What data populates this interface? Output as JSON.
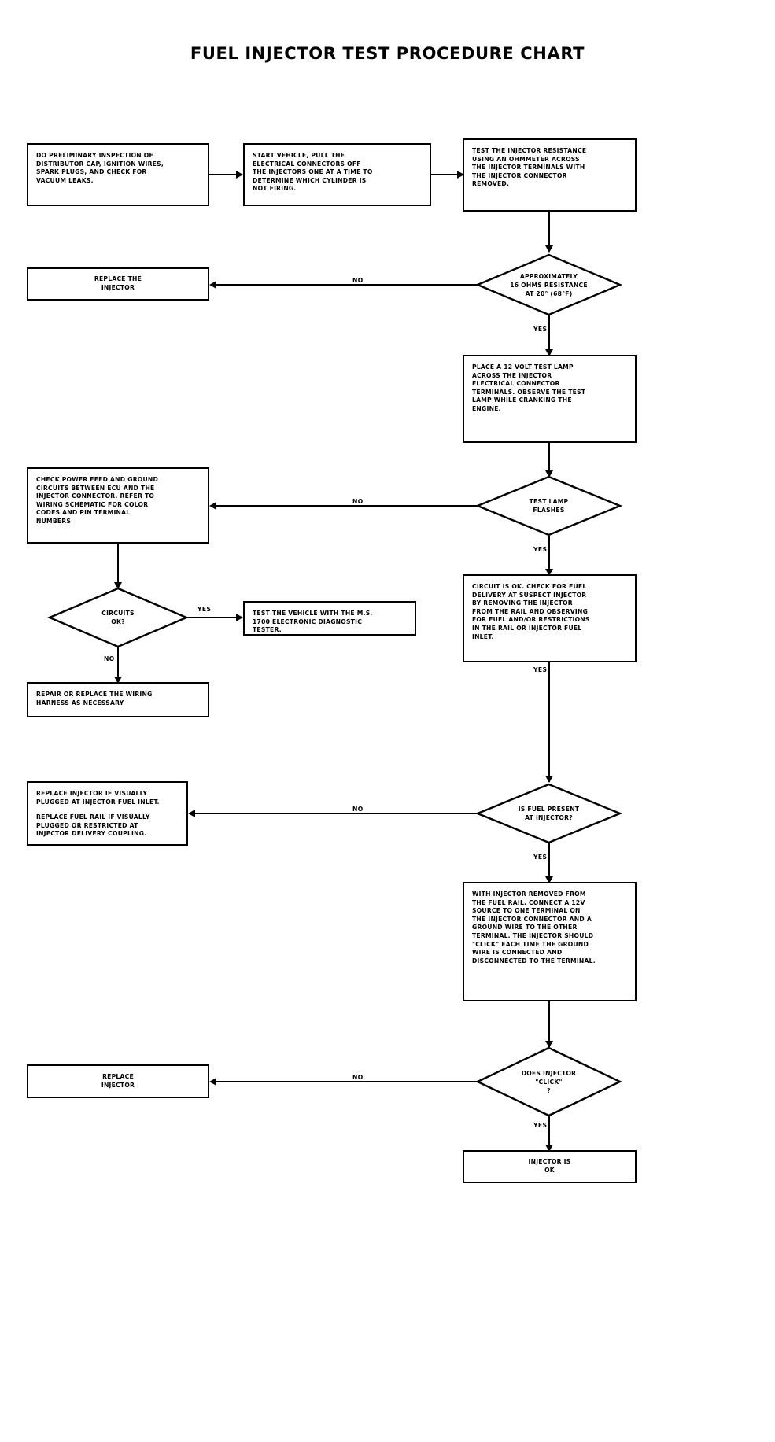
{
  "title": "FUEL INJECTOR TEST PROCEDURE CHART",
  "labels": {
    "yes": "YES",
    "no": "NO"
  },
  "colors": {
    "ink": "#000000",
    "paper": "#ffffff"
  },
  "chart_data": {
    "type": "diagram",
    "diagram_type": "flowchart",
    "title": "FUEL INJECTOR TEST PROCEDURE CHART",
    "orientation": "top-down with left branches",
    "nodes": [
      {
        "id": "n1",
        "shape": "process",
        "text": "DO PRELIMINARY INSPECTION OF DISTRIBUTOR CAP, IGNITION WIRES, SPARK PLUGS, AND CHECK FOR VACUUM LEAKS."
      },
      {
        "id": "n2",
        "shape": "process",
        "text": "START VEHICLE, PULL THE ELECTRICAL CONNECTORS OFF THE INJECTORS ONE AT A TIME TO DETERMINE WHICH CYLINDER IS NOT FIRING."
      },
      {
        "id": "n3",
        "shape": "process",
        "text": "TEST THE INJECTOR RESISTANCE USING AN OHMMETER ACROSS THE INJECTOR TERMINALS WITH THE INJECTOR CONNECTOR REMOVED."
      },
      {
        "id": "d1",
        "shape": "decision",
        "text": "APPROXIMATELY 16 OHMS RESISTANCE AT 20° (68°F)"
      },
      {
        "id": "n4",
        "shape": "process",
        "text": "REPLACE THE INJECTOR"
      },
      {
        "id": "n5",
        "shape": "process",
        "text": "PLACE A 12 VOLT TEST LAMP ACROSS THE INJECTOR ELECTRICAL CONNECTOR TERMINALS. OBSERVE THE TEST LAMP WHILE CRANKING THE ENGINE."
      },
      {
        "id": "d2",
        "shape": "decision",
        "text": "TEST LAMP FLASHES"
      },
      {
        "id": "n6",
        "shape": "process",
        "text": "CHECK POWER FEED AND GROUND CIRCUITS BETWEEN ECU AND THE INJECTOR CONNECTOR. REFER TO WIRING SCHEMATIC FOR COLOR CODES AND PIN TERMINAL NUMBERS"
      },
      {
        "id": "d3",
        "shape": "decision",
        "text": "CIRCUITS OK?"
      },
      {
        "id": "n7",
        "shape": "process",
        "text": "TEST THE VEHICLE WITH THE M.S. 1700 ELECTRONIC DIAGNOSTIC TESTER."
      },
      {
        "id": "n8",
        "shape": "process",
        "text": "REPAIR OR REPLACE THE WIRING HARNESS AS NECESSARY"
      },
      {
        "id": "n9",
        "shape": "process",
        "text": "CIRCUIT IS OK. CHECK FOR FUEL DELIVERY AT SUSPECT INJECTOR BY REMOVING THE INJECTOR FROM THE RAIL AND OBSERVING FOR FUEL AND/OR RESTRICTIONS IN THE RAIL OR INJECTOR FUEL INLET."
      },
      {
        "id": "d4",
        "shape": "decision",
        "text": "IS FUEL PRESENT AT INJECTOR?"
      },
      {
        "id": "n10",
        "shape": "process",
        "text": "REPLACE INJECTOR IF VISUALLY PLUGGED AT INJECTOR FUEL INLET. | REPLACE FUEL RAIL IF VISUALLY PLUGGED OR RESTRICTED AT INJECTOR DELIVERY COUPLING."
      },
      {
        "id": "n11",
        "shape": "process",
        "text": "WITH INJECTOR REMOVED FROM THE FUEL RAIL, CONNECT A 12V SOURCE TO ONE TERMINAL ON THE INJECTOR CONNECTOR AND A GROUND WIRE TO THE OTHER TERMINAL. THE INJECTOR SHOULD \"CLICK\" EACH TIME THE GROUND WIRE IS CONNECTED AND DISCONNECTED TO THE TERMINAL."
      },
      {
        "id": "d5",
        "shape": "decision",
        "text": "DOES INJECTOR \"CLICK\" ?"
      },
      {
        "id": "n12",
        "shape": "process",
        "text": "REPLACE INJECTOR"
      },
      {
        "id": "n13",
        "shape": "process",
        "text": "INJECTOR IS OK"
      }
    ],
    "edges": [
      {
        "from": "n1",
        "to": "n2",
        "label": ""
      },
      {
        "from": "n2",
        "to": "n3",
        "label": ""
      },
      {
        "from": "n3",
        "to": "d1",
        "label": ""
      },
      {
        "from": "d1",
        "to": "n4",
        "label": "NO"
      },
      {
        "from": "d1",
        "to": "n5",
        "label": "YES"
      },
      {
        "from": "n5",
        "to": "d2",
        "label": ""
      },
      {
        "from": "d2",
        "to": "n6",
        "label": "NO"
      },
      {
        "from": "d2",
        "to": "n9",
        "label": "YES"
      },
      {
        "from": "n6",
        "to": "d3",
        "label": ""
      },
      {
        "from": "d3",
        "to": "n7",
        "label": "YES"
      },
      {
        "from": "d3",
        "to": "n8",
        "label": "NO"
      },
      {
        "from": "n9",
        "to": "d4",
        "label": "YES"
      },
      {
        "from": "d4",
        "to": "n10",
        "label": "NO"
      },
      {
        "from": "d4",
        "to": "n11",
        "label": "YES"
      },
      {
        "from": "n11",
        "to": "d5",
        "label": ""
      },
      {
        "from": "d5",
        "to": "n12",
        "label": "NO"
      },
      {
        "from": "d5",
        "to": "n13",
        "label": "YES"
      }
    ]
  },
  "nodes": {
    "n1": {
      "l1": "DO PRELIMINARY INSPECTION OF",
      "l2": "DISTRIBUTOR CAP, IGNITION WIRES,",
      "l3": "SPARK PLUGS, AND CHECK FOR",
      "l4": "VACUUM LEAKS."
    },
    "n2": {
      "l1": "START VEHICLE, PULL THE",
      "l2": "ELECTRICAL CONNECTORS OFF",
      "l3": "THE INJECTORS ONE AT A TIME TO",
      "l4": "DETERMINE WHICH CYLINDER IS",
      "l5": "NOT FIRING."
    },
    "n3": {
      "l1": "TEST THE INJECTOR RESISTANCE",
      "l2": "USING AN OHMMETER ACROSS",
      "l3": "THE INJECTOR TERMINALS WITH",
      "l4": "THE INJECTOR CONNECTOR",
      "l5": "REMOVED."
    },
    "d1": {
      "l1": "APPROXIMATELY",
      "l2": "16 OHMS RESISTANCE",
      "l3": "AT 20° (68°F)"
    },
    "n4": {
      "l1": "REPLACE THE",
      "l2": "INJECTOR"
    },
    "n5": {
      "l1": "PLACE A 12 VOLT TEST LAMP",
      "l2": "ACROSS THE INJECTOR",
      "l3": "ELECTRICAL CONNECTOR",
      "l4": "TERMINALS. OBSERVE THE TEST",
      "l5": "LAMP WHILE CRANKING THE",
      "l6": "ENGINE."
    },
    "d2": {
      "l1": "TEST LAMP",
      "l2": "FLASHES"
    },
    "n6": {
      "l1": "CHECK POWER FEED AND GROUND",
      "l2": "CIRCUITS BETWEEN ECU AND THE",
      "l3": "INJECTOR CONNECTOR. REFER TO",
      "l4": "WIRING SCHEMATIC FOR COLOR",
      "l5": "CODES AND PIN TERMINAL",
      "l6": "NUMBERS"
    },
    "d3": {
      "l1": "CIRCUITS",
      "l2": "OK?"
    },
    "n7": {
      "l1": "TEST THE VEHICLE WITH THE M.S.",
      "l2": "1700 ELECTRONIC DIAGNOSTIC",
      "l3": "TESTER."
    },
    "n8": {
      "l1": "REPAIR OR REPLACE THE WIRING",
      "l2": "HARNESS AS NECESSARY"
    },
    "n9": {
      "l1": "CIRCUIT IS OK. CHECK FOR FUEL",
      "l2": "DELIVERY AT SUSPECT INJECTOR",
      "l3": "BY REMOVING THE INJECTOR",
      "l4": "FROM THE RAIL AND OBSERVING",
      "l5": "FOR FUEL AND/OR RESTRICTIONS",
      "l6": "IN THE RAIL OR INJECTOR FUEL",
      "l7": "INLET."
    },
    "d4": {
      "l1": "IS FUEL PRESENT",
      "l2": "AT INJECTOR?"
    },
    "n10": {
      "p1l1": "REPLACE INJECTOR IF VISUALLY",
      "p1l2": "PLUGGED AT INJECTOR FUEL INLET.",
      "p2l1": "REPLACE FUEL RAIL IF VISUALLY",
      "p2l2": "PLUGGED OR RESTRICTED AT",
      "p2l3": "INJECTOR DELIVERY COUPLING."
    },
    "n11": {
      "l1": "WITH INJECTOR REMOVED FROM",
      "l2": "THE FUEL RAIL, CONNECT A 12V",
      "l3": "SOURCE TO ONE TERMINAL ON",
      "l4": "THE INJECTOR CONNECTOR AND A",
      "l5": "GROUND WIRE TO THE OTHER",
      "l6": "TERMINAL. THE INJECTOR SHOULD",
      "l7": "\"CLICK\" EACH TIME THE GROUND",
      "l8": "WIRE IS CONNECTED AND",
      "l9": "DISCONNECTED TO THE TERMINAL."
    },
    "d5": {
      "l1": "DOES INJECTOR",
      "l2": "\"CLICK\"",
      "l3": "?"
    },
    "n12": {
      "l1": "REPLACE",
      "l2": "INJECTOR"
    },
    "n13": {
      "l1": "INJECTOR IS",
      "l2": "OK"
    }
  }
}
